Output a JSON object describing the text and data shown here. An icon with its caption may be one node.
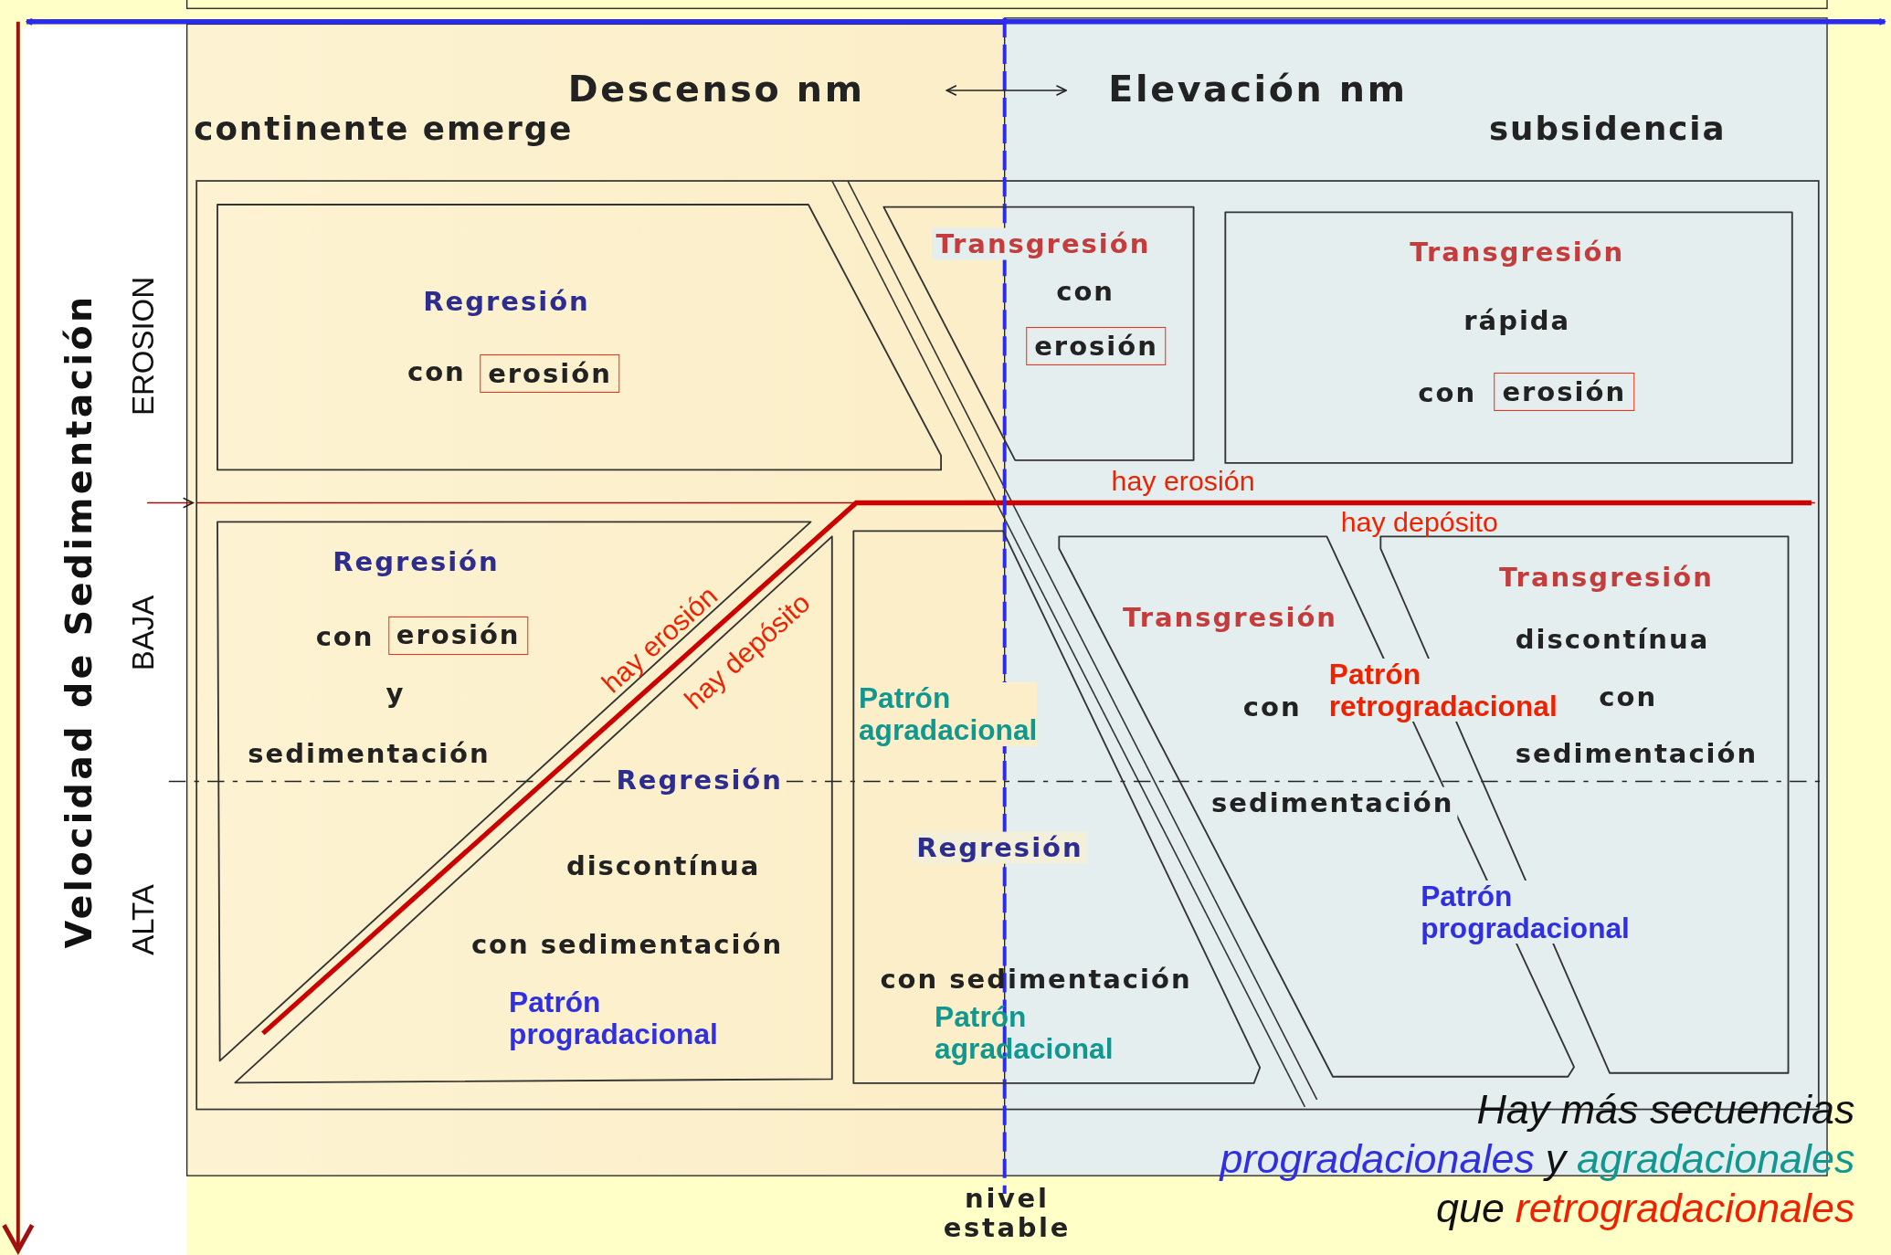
{
  "diagram": {
    "nodes": [
      {
        "text": [
          "Regresión",
          "con",
          "erosión"
        ]
      },
      {
        "text": [
          "Transgresión",
          "con",
          "erosión"
        ]
      },
      {
        "text": [
          "Transgresión",
          "rápida",
          "con",
          "erosión"
        ]
      },
      {
        "text": [
          "Regresión",
          "con",
          "erosión",
          "y",
          "sedimentación"
        ]
      },
      {
        "text": [
          "Regresión",
          "discontínua",
          "con sedimentación"
        ]
      },
      {
        "text": [
          "Regresión",
          "con sedimentación"
        ]
      },
      {
        "text": [
          "Transgresión",
          "con",
          "sedimentación"
        ]
      },
      {
        "text": [
          "Transgresión",
          "discontínua",
          "con",
          "sedimentación"
        ]
      }
    ],
    "labels": [
      "Descenso nm",
      "Elevación nm",
      "continente emerge",
      "subsidencia",
      "Velocidad de Sedimentación",
      "EROSION",
      "hay erosión",
      "hay depósito",
      "BAJA",
      "hay erosión",
      "hay depósito",
      "Patrón agradacional",
      "Patrón retrogradacional",
      "ALTA",
      "Patrón progradacional",
      "Patrón progradacional",
      "Patrón agradacional",
      "Hay más secuencias",
      "progradacionales",
      "y",
      "agradacionales",
      "que",
      "retrogradacionales",
      "nivel estable"
    ]
  }
}
